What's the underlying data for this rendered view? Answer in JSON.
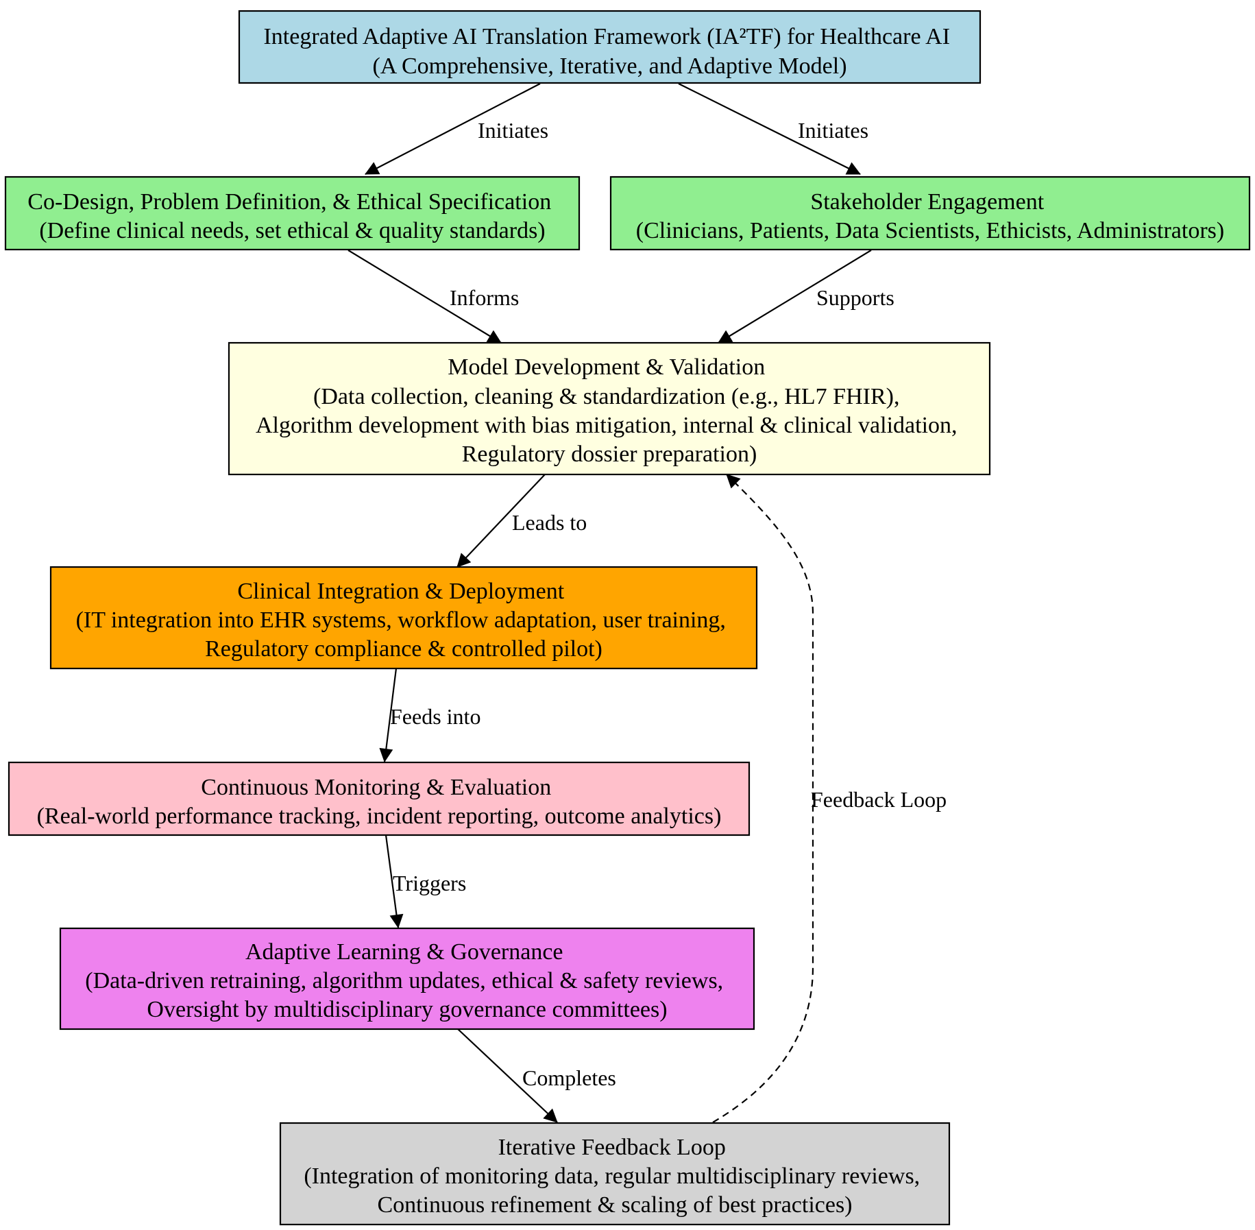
{
  "nodes": {
    "framework": {
      "color": "#add8e6",
      "lines": [
        "Integrated Adaptive AI Translation Framework (IA²TF) for Healthcare AI",
        "(A Comprehensive, Iterative, and Adaptive Model)"
      ]
    },
    "codesign": {
      "color": "#90ee90",
      "lines": [
        "Co-Design, Problem Definition, & Ethical Specification",
        "(Define clinical needs, set ethical & quality standards)"
      ]
    },
    "stakeholder": {
      "color": "#90ee90",
      "lines": [
        "Stakeholder Engagement",
        "(Clinicians, Patients, Data Scientists, Ethicists, Administrators)"
      ]
    },
    "model_dev": {
      "color": "#ffffe0",
      "lines": [
        "Model Development & Validation",
        "(Data collection, cleaning & standardization (e.g., HL7 FHIR),",
        "Algorithm development with bias mitigation, internal & clinical validation,",
        "Regulatory dossier preparation)"
      ]
    },
    "clinical": {
      "color": "#ffa500",
      "lines": [
        "Clinical Integration & Deployment",
        "(IT integration into EHR systems, workflow adaptation, user training,",
        "Regulatory compliance & controlled pilot)"
      ]
    },
    "monitoring": {
      "color": "#ffc0cb",
      "lines": [
        "Continuous Monitoring & Evaluation",
        "(Real-world performance tracking, incident reporting, outcome analytics)"
      ]
    },
    "adaptive": {
      "color": "#ee82ee",
      "lines": [
        "Adaptive Learning & Governance",
        "(Data-driven retraining, algorithm updates, ethical & safety reviews,",
        "Oversight by multidisciplinary governance committees)"
      ]
    },
    "feedback": {
      "color": "#d3d3d3",
      "lines": [
        "Iterative Feedback Loop",
        "(Integration of monitoring data, regular multidisciplinary reviews,",
        "Continuous refinement & scaling of best practices)"
      ]
    }
  },
  "edges": {
    "framework_codesign": "Initiates",
    "framework_stakeholder": "Initiates",
    "codesign_model": "Informs",
    "stakeholder_model": "Supports",
    "model_clinical": "Leads to",
    "clinical_monitoring": "Feeds into",
    "monitoring_adaptive": "Triggers",
    "adaptive_feedback": "Completes",
    "feedback_model": "Feedback Loop"
  }
}
